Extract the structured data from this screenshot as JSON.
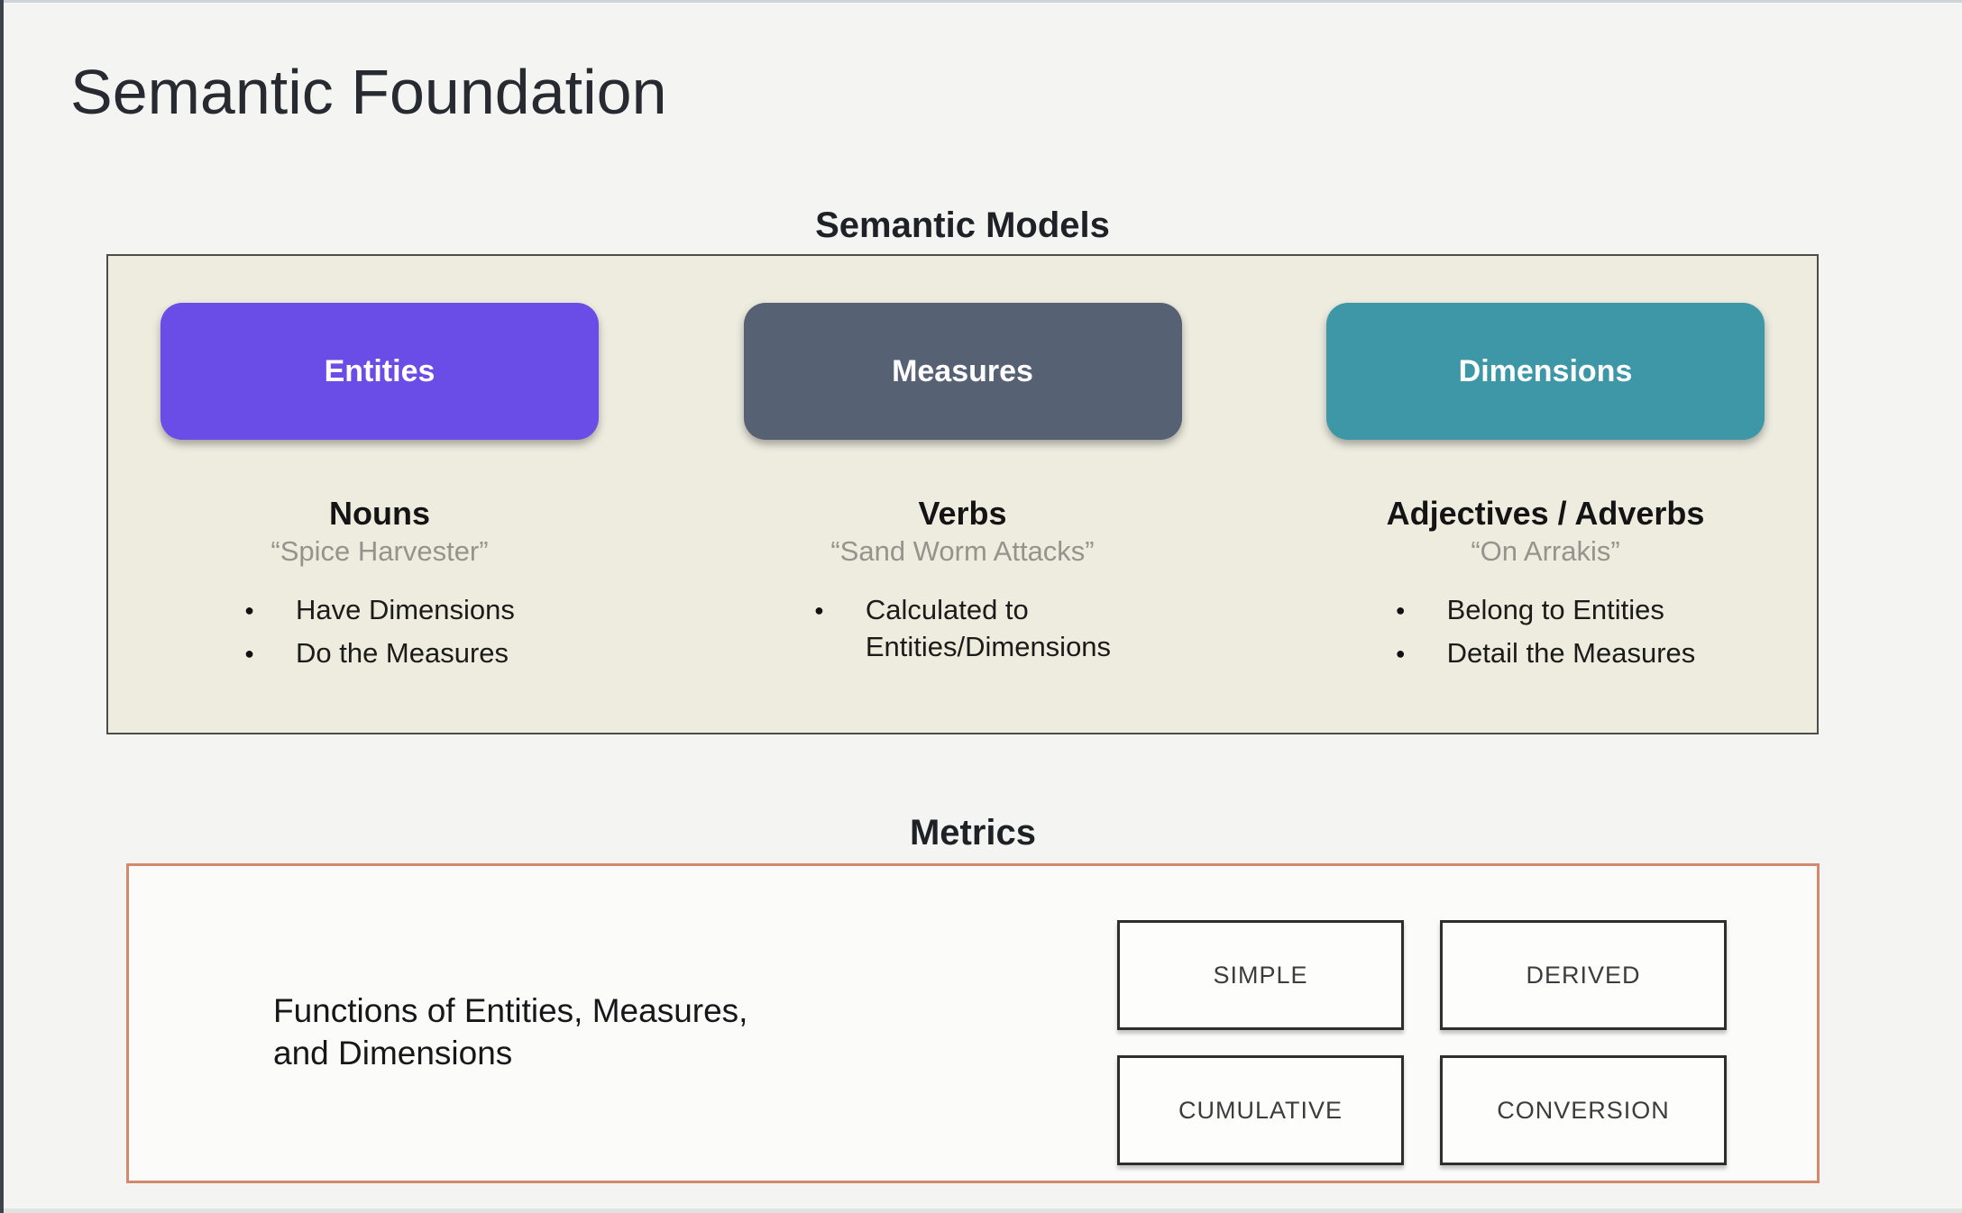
{
  "slide": {
    "title": "Semantic Foundation"
  },
  "semantic_models": {
    "heading": "Semantic Models",
    "panel_background_color": "#edecdf",
    "columns": [
      {
        "label": "Entities",
        "color": "#6a4ce6",
        "word_type": "Nouns",
        "example": "“Spice Harvester”",
        "bullets": [
          "Have Dimensions",
          "Do the Measures"
        ]
      },
      {
        "label": "Measures",
        "color": "#566173",
        "word_type": "Verbs",
        "example": "“Sand Worm Attacks”",
        "bullets": [
          "Calculated to\nEntities/Dimensions"
        ]
      },
      {
        "label": "Dimensions",
        "color": "#3e97a7",
        "word_type": "Adjectives / Adverbs",
        "example": "“On Arrakis”",
        "bullets": [
          "Belong to Entities",
          "Detail the Measures"
        ]
      }
    ]
  },
  "metrics": {
    "heading": "Metrics",
    "description": "Functions of Entities, Measures,\nand Dimensions",
    "panel_border_color": "#d18a6e",
    "types": [
      "SIMPLE",
      "DERIVED",
      "CUMULATIVE",
      "CONVERSION"
    ]
  },
  "ui": {
    "bullet_glyph": "●",
    "background_color": "#f4f5f2"
  }
}
